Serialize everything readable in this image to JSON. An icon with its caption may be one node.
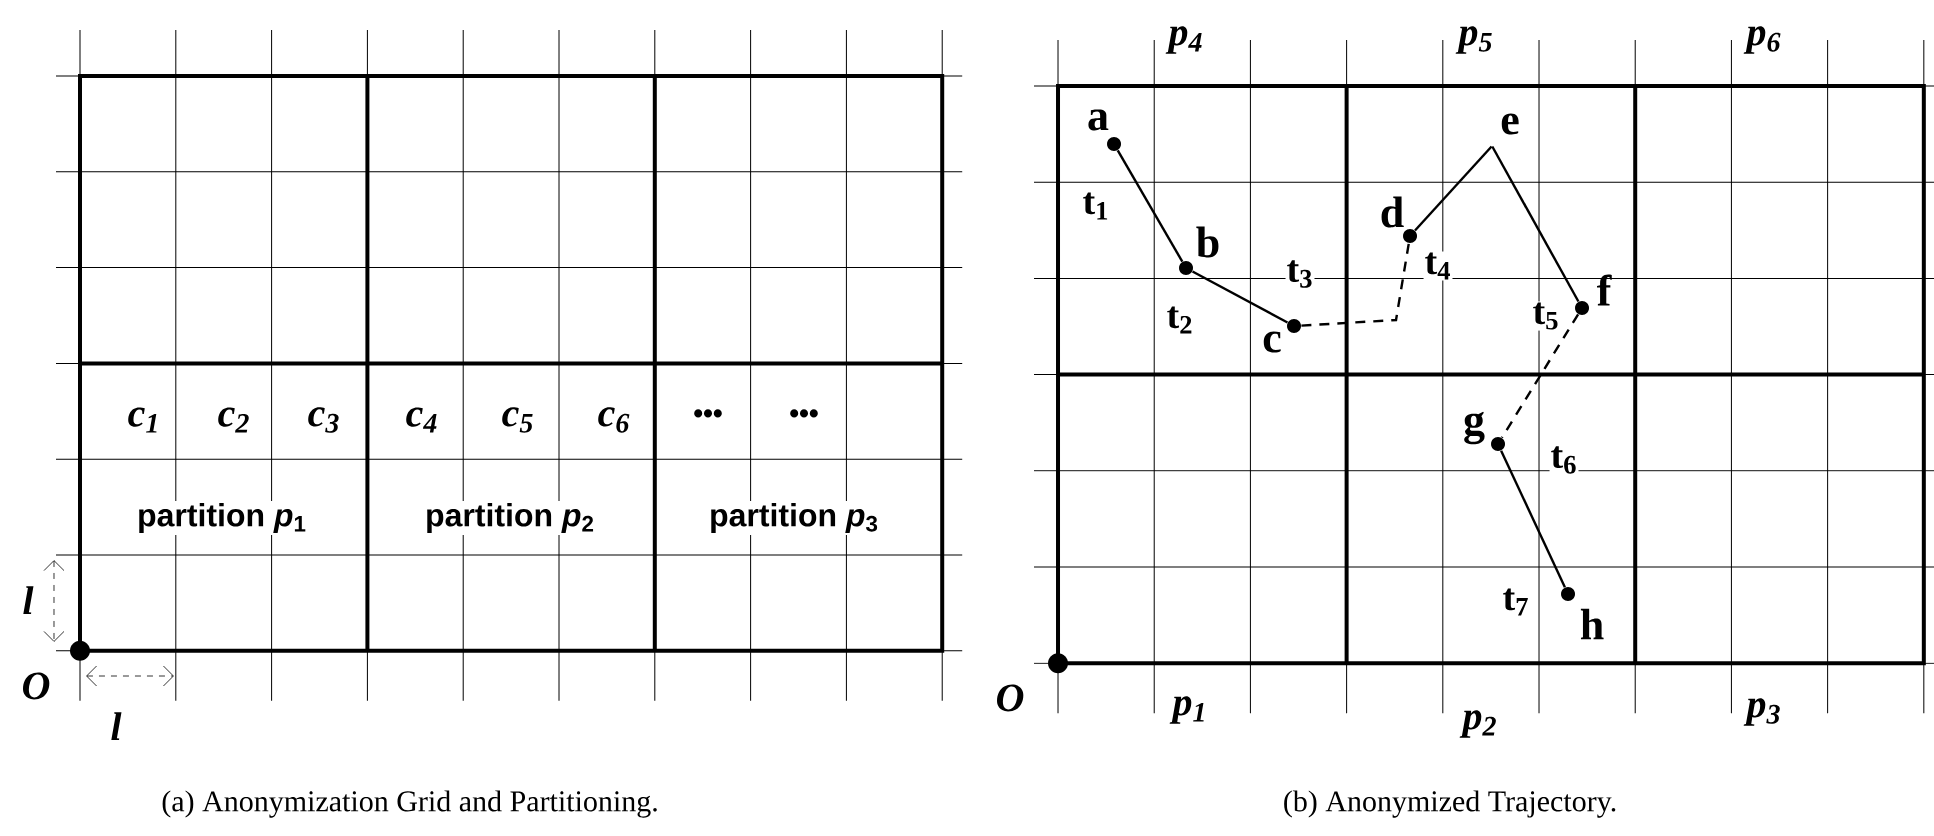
{
  "diagram": {
    "nodes": [
      {
        "text": [
          "a"
        ],
        "beside": [
          "t$_{1}$"
        ]
      },
      {
        "text": [
          "b"
        ],
        "beside": [
          "t$_{2}$"
        ]
      },
      {
        "text": [
          "c"
        ],
        "beside": [
          "t$_{3}$"
        ]
      },
      {
        "text": [
          "d"
        ],
        "beside": [
          "t$_{4}$"
        ]
      },
      {
        "text": [
          "e"
        ]
      },
      {
        "text": [
          "f"
        ],
        "beside": [
          "t$_{5}$"
        ]
      },
      {
        "text": [
          "g"
        ],
        "beside": [
          "t$_{6}$"
        ]
      },
      {
        "text": [
          "h"
        ],
        "beside": [
          "t$_{7}$"
        ]
      }
    ],
    "edges": [
      {
        "from": 0,
        "to": 1,
        "arrow": "none"
      },
      {
        "from": 1,
        "to": 2,
        "arrow": "none"
      },
      {
        "from": 2,
        "to": 3,
        "arrow": "none",
        "style": "dashed"
      },
      {
        "from": 3,
        "to": 4,
        "arrow": "none"
      },
      {
        "from": 4,
        "to": 5,
        "arrow": "none"
      },
      {
        "from": 5,
        "to": 6,
        "arrow": "none",
        "style": "dashed"
      },
      {
        "from": 6,
        "to": 7,
        "arrow": "none"
      }
    ],
    "labels": [
      "c$_{1}$",
      "c$_{2}$",
      "c$_{3}$",
      "c$_{4}$",
      "c$_{5}$",
      "c$_{6}$",
      "•••",
      "•••",
      "partition *p*$_{1}$",
      "partition *p*$_{2}$",
      "partition *p*$_{3}$",
      "l",
      "O",
      "l",
      "(a)  Anonymization Grid and Partitioning.",
      "p$_{4}$",
      "p$_{5}$",
      "p$_{6}$",
      "O",
      "p$_{1}$",
      "p$_{2}$",
      "p$_{3}$",
      "(b)  Anonymized Trajectory."
    ]
  }
}
